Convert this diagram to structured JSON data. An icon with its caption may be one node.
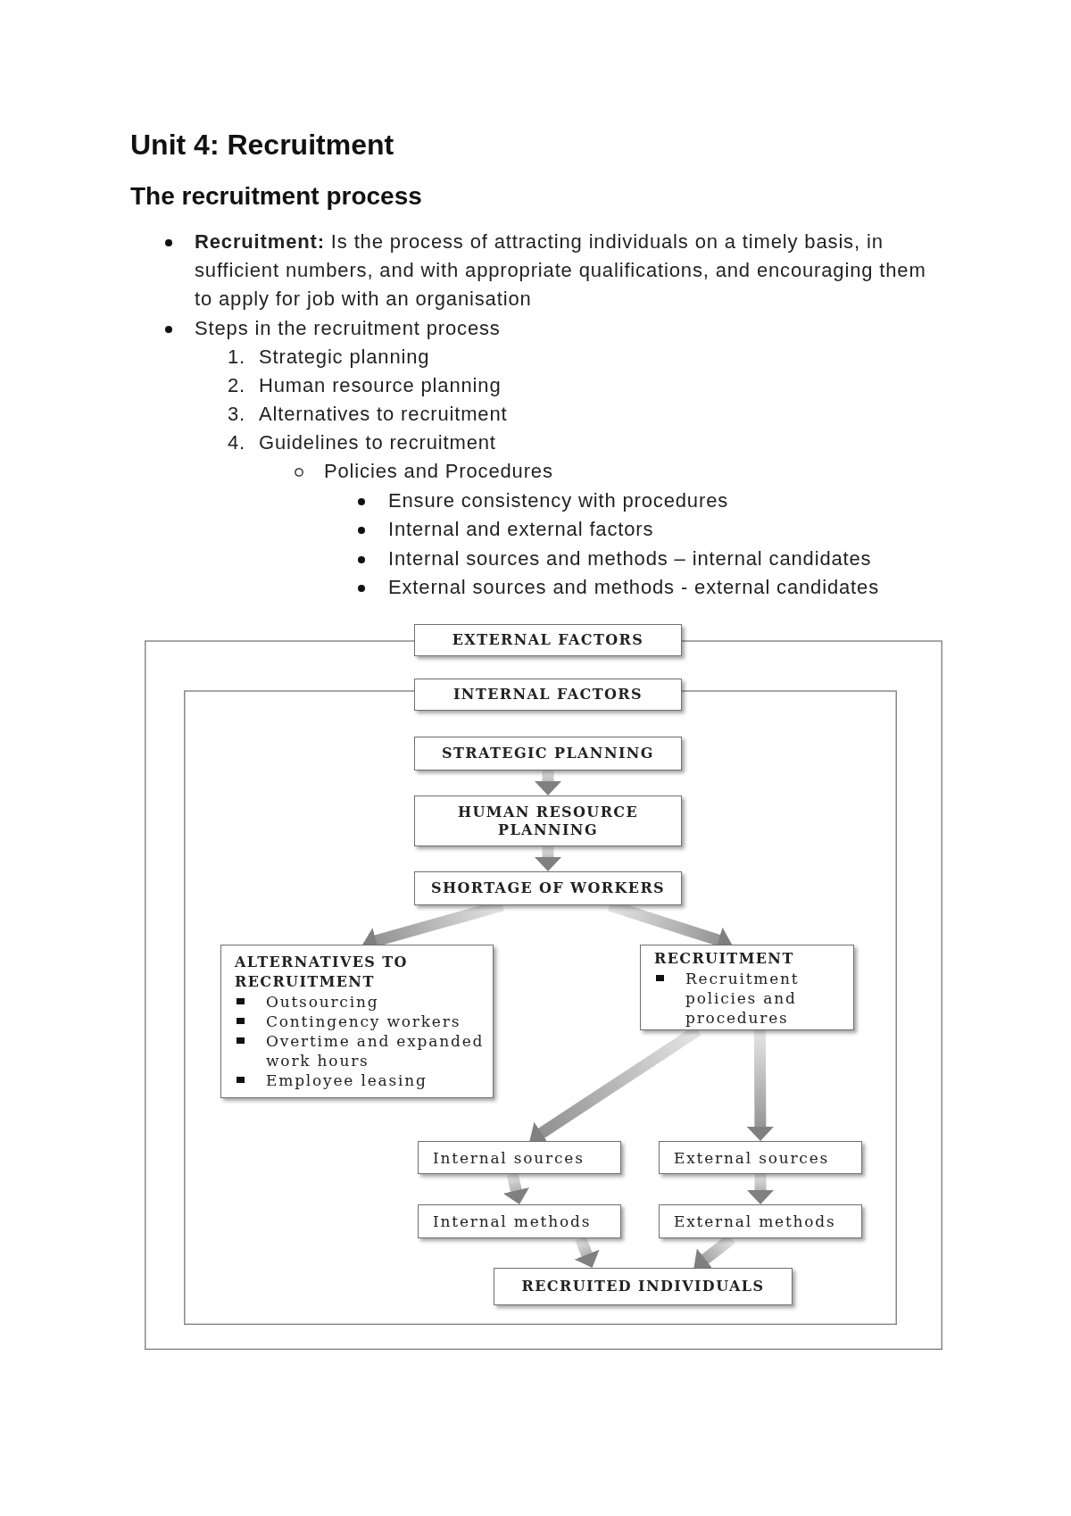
{
  "diagram": {
    "title": "Unit 4: Recruitment",
    "nodes": [
      {
        "text": [
          "EXTERNAL FACTORS"
        ]
      },
      {
        "text": [
          "INTERNAL FACTORS"
        ],
        "in": 0
      },
      {
        "text": [
          "STRATEGIC PLANNING"
        ],
        "in": 1
      },
      {
        "text": [
          "HUMAN RESOURCE PLANNING"
        ],
        "in": 1
      },
      {
        "text": [
          "SHORTAGE OF WORKERS"
        ],
        "in": 1
      },
      {
        "text": [
          "ALTERNATIVES TO RECRUITMENT",
          "Outsourcing",
          "Contingency workers",
          "Overtime and expanded work hours",
          "Employee leasing"
        ],
        "in": 1
      },
      {
        "text": [
          "RECRUITMENT",
          "Recruitment policies and procedures"
        ],
        "in": 1
      },
      {
        "text": [
          "Internal sources"
        ],
        "in": 1
      },
      {
        "text": [
          "External sources"
        ],
        "in": 1
      },
      {
        "text": [
          "Internal methods"
        ],
        "in": 1
      },
      {
        "text": [
          "External methods"
        ],
        "in": 1
      },
      {
        "text": [
          "RECRUITED INDIVIDUALS"
        ],
        "in": 1
      }
    ],
    "edges": [
      {
        "from": 2,
        "to": 3,
        "arrow": "to"
      },
      {
        "from": 3,
        "to": 4,
        "arrow": "to"
      },
      {
        "from": 4,
        "to": 5,
        "arrow": "to"
      },
      {
        "from": 4,
        "to": 6,
        "arrow": "to"
      },
      {
        "from": 6,
        "to": 7,
        "arrow": "to"
      },
      {
        "from": 6,
        "to": 8,
        "arrow": "to"
      },
      {
        "from": 7,
        "to": 9,
        "arrow": "to"
      },
      {
        "from": 8,
        "to": 10,
        "arrow": "to"
      },
      {
        "from": 9,
        "to": 11,
        "arrow": "to"
      },
      {
        "from": 10,
        "to": 11,
        "arrow": "to"
      }
    ],
    "labels": [
      "The recruitment process",
      "**Recruitment:** Is the process of attracting individuals on a timely basis, in sufficient numbers, and with appropriate qualifications, and encouraging them to apply for job with an organisation",
      "Steps in the recruitment process",
      "1.",
      "Strategic planning",
      "2.",
      "Human resource planning",
      "3.",
      "Alternatives to recruitment",
      "4.",
      "Guidelines to recruitment",
      "Policies and Procedures",
      "Ensure consistency with procedures",
      "Internal and external factors",
      "Internal sources and methods – internal candidates",
      "External sources and methods - external candidates"
    ]
  }
}
